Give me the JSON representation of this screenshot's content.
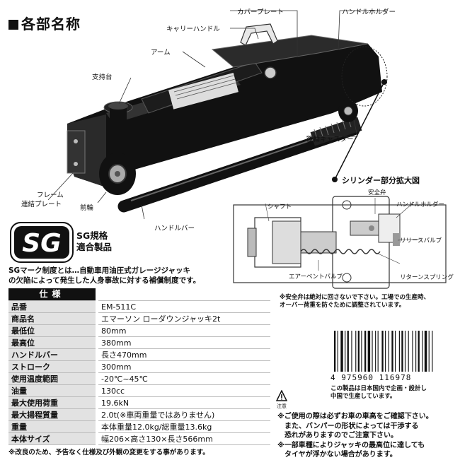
{
  "section_title": "各部名称",
  "parts": {
    "cover_plate": "カバープレート",
    "handle_holder": "ハンドルホルダー",
    "carry_handle": "キャリーハンドル",
    "arm": "アーム",
    "saddle": "支持台",
    "rear_caster": "後輪キャスター",
    "cylinder_zoom": "シリンダー部分拡大図",
    "frame_plate_1": "フレーム",
    "frame_plate_2": "連結プレート",
    "front_wheel": "前輪",
    "handle_bar": "ハンドルバー"
  },
  "cylinder_parts": {
    "safety_valve": "安全弁",
    "shaft": "シャフト",
    "handle_holder": "ハンドルホルダー",
    "release_valve": "リリースバルブ",
    "air_vent_valve": "エアーベントバルブ",
    "return_spring": "リターンスプリング"
  },
  "sg": {
    "logo_text": "SG",
    "title_line1": "SG規格",
    "title_line2": "適合製品",
    "desc_line1": "SGマーク制度とは…自動車用油圧式ガレージジャッキ",
    "desc_line2": "の欠陥によって発生した人身事故に対する補償制度です。"
  },
  "spec_header": "仕様",
  "specs": [
    {
      "key": "品番",
      "value": "EM-511C"
    },
    {
      "key": "商品名",
      "value": "エマーソン ローダウンジャッキ2t"
    },
    {
      "key": "最低位",
      "value": "80mm"
    },
    {
      "key": "最高位",
      "value": "380mm"
    },
    {
      "key": "ハンドルバー",
      "value": "長さ470mm"
    },
    {
      "key": "ストローク",
      "value": "300mm"
    },
    {
      "key": "使用温度範囲",
      "value": "-20℃~45℃"
    },
    {
      "key": "油量",
      "value": "130cc"
    },
    {
      "key": "最大使用荷重",
      "value": "19.6kN"
    },
    {
      "key": "最大揚程質量",
      "value": "2.0t(※車両重量ではありません)"
    },
    {
      "key": "重量",
      "value": "本体重量12.0kg/総重量13.6kg"
    },
    {
      "key": "本体サイズ",
      "value": "幅206×高さ130×長さ566mm"
    }
  ],
  "spec_note": "※改良のため、予告なく仕様及び外観の変更をする事があります。",
  "safety_note_line1": "※安全弁は絶対に回さないで下さい。工場での生産時、",
  "safety_note_line2": "オーバー荷重を防ぐために調整されています。",
  "barcode_number": "4 975960 116978",
  "origin_line1": "この製品は日本国内で企画・設計し",
  "origin_line2": "中国で生産しています。",
  "caution_label": "注意",
  "caution_lines": [
    "※ご使用の際は必ずお車の車高をご確認下さい。",
    "　また、バンパーの形状によっては干渉する",
    "　恐れがありますのでご注意下さい。",
    "※一部車種によりジャッキの最高位に達しても",
    "　タイヤが浮かない場合があります。"
  ],
  "colors": {
    "jack_body": "#111111",
    "spec_key_bg": "#e2e2e2",
    "header_bg": "#111111"
  }
}
